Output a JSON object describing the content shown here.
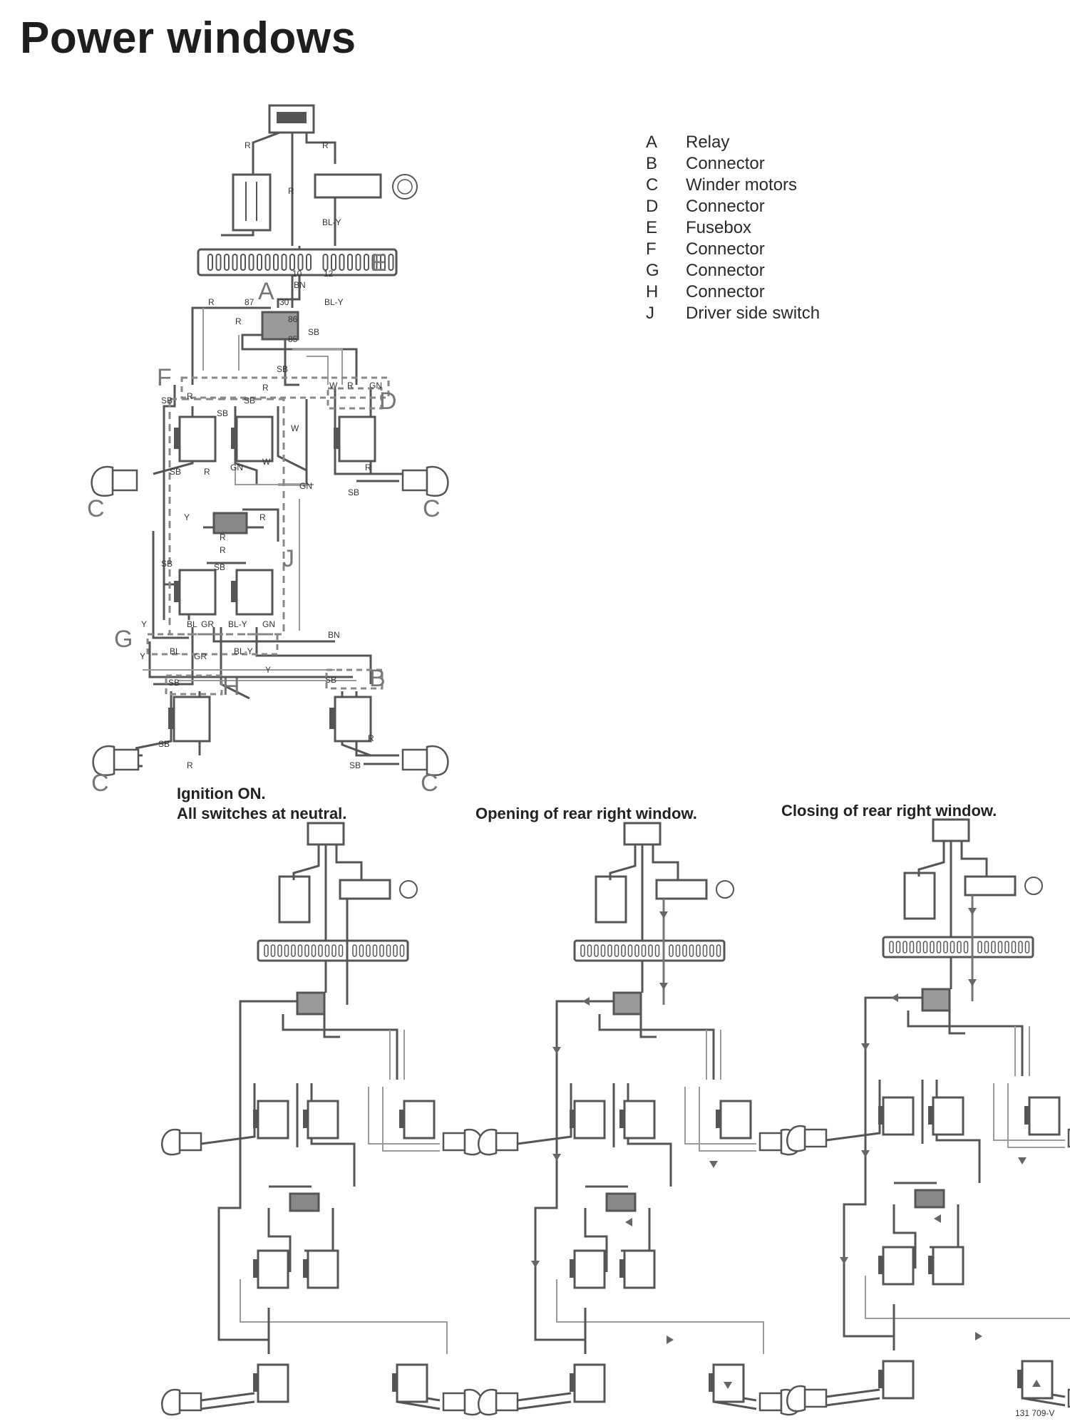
{
  "title": "Power windows",
  "legend": [
    {
      "key": "A",
      "label": "Relay"
    },
    {
      "key": "B",
      "label": "Connector"
    },
    {
      "key": "C",
      "label": "Winder motors"
    },
    {
      "key": "D",
      "label": "Connector"
    },
    {
      "key": "E",
      "label": "Fusebox"
    },
    {
      "key": "F",
      "label": "Connector"
    },
    {
      "key": "G",
      "label": "Connector"
    },
    {
      "key": "H",
      "label": "Connector"
    },
    {
      "key": "J",
      "label": "Driver side switch"
    }
  ],
  "captions": {
    "neutral_line1": "Ignition ON.",
    "neutral_line2": "All switches at neutral.",
    "opening": "Opening of rear right window.",
    "closing": "Closing of rear right window."
  },
  "callouts": {
    "A": "A",
    "B": "B",
    "C": "C",
    "D": "D",
    "E": "E",
    "F": "F",
    "G": "G",
    "H": "H",
    "J": "J"
  },
  "wire_labels": {
    "r": "R",
    "bl_y": "BL-Y",
    "bn": "BN",
    "sb": "SB",
    "w": "W",
    "gn": "GN",
    "y": "Y",
    "gr": "GR",
    "bl": "BL",
    "fuse_10": "10",
    "fuse_12": "12",
    "relay_87": "87",
    "relay_30": "30",
    "relay_86": "86",
    "relay_85": "85"
  },
  "reference_code": "131 709-V",
  "colors": {
    "wire_dark": "#555555",
    "wire_light": "#9a9a9a",
    "label_grey": "#777777",
    "text": "#222222"
  }
}
